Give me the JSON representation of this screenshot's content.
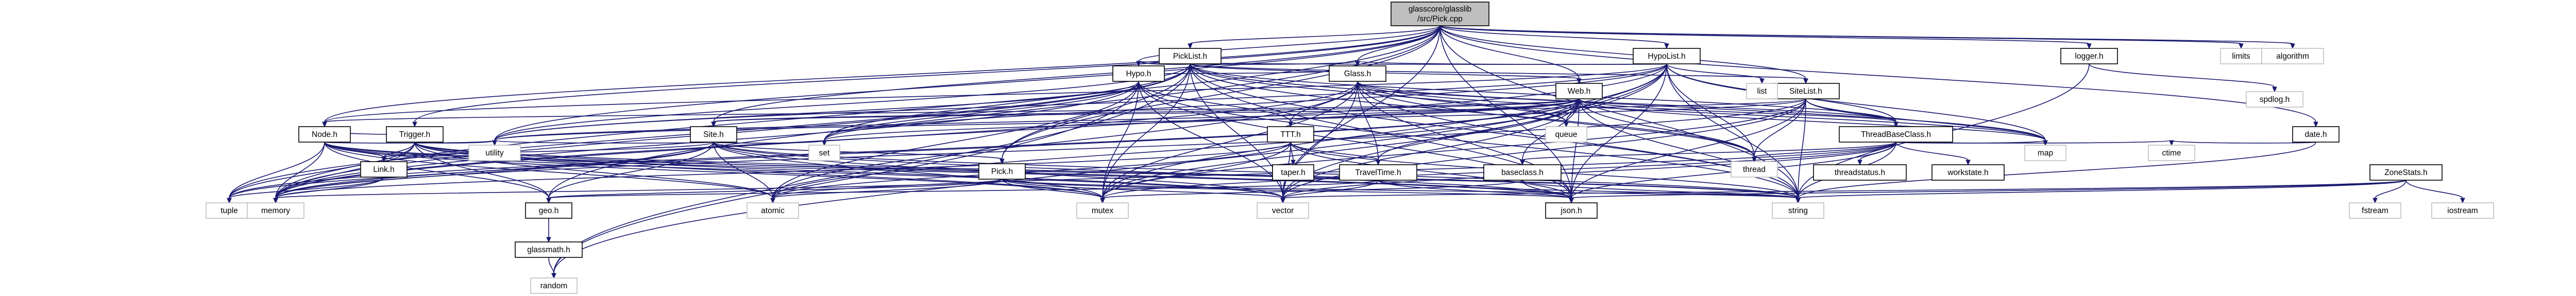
{
  "nodes": [
    {
      "id": "root",
      "lines": [
        "glasscore/glasslib",
        "/src/Pick.cpp"
      ],
      "kind": "root"
    },
    {
      "id": "picklist",
      "lines": [
        "PickList.h"
      ],
      "kind": "file"
    },
    {
      "id": "hypolist",
      "lines": [
        "HypoList.h"
      ],
      "kind": "file"
    },
    {
      "id": "logger",
      "lines": [
        "logger.h"
      ],
      "kind": "file"
    },
    {
      "id": "limits",
      "lines": [
        "limits"
      ],
      "kind": "system"
    },
    {
      "id": "algorithm",
      "lines": [
        "algorithm"
      ],
      "kind": "system"
    },
    {
      "id": "hypo",
      "lines": [
        "Hypo.h"
      ],
      "kind": "file"
    },
    {
      "id": "glass",
      "lines": [
        "Glass.h"
      ],
      "kind": "file"
    },
    {
      "id": "web",
      "lines": [
        "Web.h"
      ],
      "kind": "file"
    },
    {
      "id": "sitelist",
      "lines": [
        "SiteList.h"
      ],
      "kind": "file"
    },
    {
      "id": "list",
      "lines": [
        "list"
      ],
      "kind": "system"
    },
    {
      "id": "date",
      "lines": [
        "date.h"
      ],
      "kind": "file"
    },
    {
      "id": "spdlog",
      "lines": [
        "spdlog.h"
      ],
      "kind": "system"
    },
    {
      "id": "node",
      "lines": [
        "Node.h"
      ],
      "kind": "file"
    },
    {
      "id": "trigger",
      "lines": [
        "Trigger.h"
      ],
      "kind": "file"
    },
    {
      "id": "site",
      "lines": [
        "Site.h"
      ],
      "kind": "file"
    },
    {
      "id": "ttt",
      "lines": [
        "TTT.h"
      ],
      "kind": "file"
    },
    {
      "id": "threadbase",
      "lines": [
        "ThreadBaseClass.h"
      ],
      "kind": "file"
    },
    {
      "id": "ctime",
      "lines": [
        "ctime"
      ],
      "kind": "system"
    },
    {
      "id": "zonestats",
      "lines": [
        "ZoneStats.h"
      ],
      "kind": "file"
    },
    {
      "id": "link",
      "lines": [
        "Link.h"
      ],
      "kind": "file"
    },
    {
      "id": "pick",
      "lines": [
        "Pick.h"
      ],
      "kind": "file"
    },
    {
      "id": "taper",
      "lines": [
        "taper.h"
      ],
      "kind": "file"
    },
    {
      "id": "traveltime",
      "lines": [
        "TravelTime.h"
      ],
      "kind": "file"
    },
    {
      "id": "baseclass",
      "lines": [
        "baseclass.h"
      ],
      "kind": "file"
    },
    {
      "id": "threadstatus",
      "lines": [
        "threadstatus.h"
      ],
      "kind": "file"
    },
    {
      "id": "workstate",
      "lines": [
        "workstate.h"
      ],
      "kind": "file"
    },
    {
      "id": "queue",
      "lines": [
        "queue"
      ],
      "kind": "system"
    },
    {
      "id": "set",
      "lines": [
        "set"
      ],
      "kind": "system"
    },
    {
      "id": "utility",
      "lines": [
        "utility"
      ],
      "kind": "system"
    },
    {
      "id": "thread",
      "lines": [
        "thread"
      ],
      "kind": "system"
    },
    {
      "id": "map",
      "lines": [
        "map"
      ],
      "kind": "system"
    },
    {
      "id": "json",
      "lines": [
        "json.h"
      ],
      "kind": "file"
    },
    {
      "id": "geo",
      "lines": [
        "geo.h"
      ],
      "kind": "file"
    },
    {
      "id": "tuple",
      "lines": [
        "tuple"
      ],
      "kind": "system"
    },
    {
      "id": "memory",
      "lines": [
        "memory"
      ],
      "kind": "system"
    },
    {
      "id": "atomic",
      "lines": [
        "atomic"
      ],
      "kind": "system"
    },
    {
      "id": "mutex",
      "lines": [
        "mutex"
      ],
      "kind": "system"
    },
    {
      "id": "vector",
      "lines": [
        "vector"
      ],
      "kind": "system"
    },
    {
      "id": "string",
      "lines": [
        "string"
      ],
      "kind": "system"
    },
    {
      "id": "fstream",
      "lines": [
        "fstream"
      ],
      "kind": "system"
    },
    {
      "id": "iostream",
      "lines": [
        "iostream"
      ],
      "kind": "system"
    },
    {
      "id": "geomath",
      "lines": [
        "glassmath.h"
      ],
      "kind": "file"
    },
    {
      "id": "random",
      "lines": [
        "random"
      ],
      "kind": "system"
    }
  ],
  "edges": [
    [
      "root",
      "picklist"
    ],
    [
      "root",
      "hypolist"
    ],
    [
      "root",
      "logger"
    ],
    [
      "root",
      "limits"
    ],
    [
      "root",
      "algorithm"
    ],
    [
      "root",
      "glass"
    ],
    [
      "root",
      "web"
    ],
    [
      "root",
      "sitelist"
    ],
    [
      "root",
      "date"
    ],
    [
      "root",
      "node"
    ],
    [
      "root",
      "trigger"
    ],
    [
      "root",
      "site"
    ],
    [
      "root",
      "pick"
    ],
    [
      "root",
      "hypo"
    ],
    [
      "root",
      "memory"
    ],
    [
      "root",
      "vector"
    ],
    [
      "root",
      "string"
    ],
    [
      "root",
      "utility"
    ],
    [
      "root",
      "json"
    ],
    [
      "root",
      "geo"
    ],
    [
      "picklist",
      "hypo"
    ],
    [
      "picklist",
      "glass"
    ],
    [
      "picklist",
      "web"
    ],
    [
      "picklist",
      "sitelist"
    ],
    [
      "picklist",
      "threadbase"
    ],
    [
      "picklist",
      "pick"
    ],
    [
      "picklist",
      "set"
    ],
    [
      "picklist",
      "utility"
    ],
    [
      "picklist",
      "queue"
    ],
    [
      "picklist",
      "thread"
    ],
    [
      "picklist",
      "map"
    ],
    [
      "picklist",
      "memory"
    ],
    [
      "picklist",
      "mutex"
    ],
    [
      "picklist",
      "vector"
    ],
    [
      "picklist",
      "string"
    ],
    [
      "picklist",
      "json"
    ],
    [
      "picklist",
      "random"
    ],
    [
      "picklist",
      "tuple"
    ],
    [
      "hypolist",
      "hypo"
    ],
    [
      "hypolist",
      "glass"
    ],
    [
      "hypolist",
      "list"
    ],
    [
      "hypolist",
      "threadbase"
    ],
    [
      "hypolist",
      "queue"
    ],
    [
      "hypolist",
      "thread"
    ],
    [
      "hypolist",
      "map"
    ],
    [
      "hypolist",
      "set"
    ],
    [
      "hypolist",
      "utility"
    ],
    [
      "hypolist",
      "mutex"
    ],
    [
      "hypolist",
      "vector"
    ],
    [
      "hypolist",
      "string"
    ],
    [
      "hypolist",
      "json"
    ],
    [
      "hypolist",
      "memory"
    ],
    [
      "hypolist",
      "random"
    ],
    [
      "hypolist",
      "node"
    ],
    [
      "logger",
      "spdlog"
    ],
    [
      "logger",
      "string"
    ],
    [
      "hypo",
      "glass"
    ],
    [
      "hypo",
      "ttt"
    ],
    [
      "hypo",
      "set"
    ],
    [
      "hypo",
      "utility"
    ],
    [
      "hypo",
      "memory"
    ],
    [
      "hypo",
      "mutex"
    ],
    [
      "hypo",
      "vector"
    ],
    [
      "hypo",
      "string"
    ],
    [
      "hypo",
      "json"
    ],
    [
      "hypo",
      "atomic"
    ],
    [
      "hypo",
      "random"
    ],
    [
      "glass",
      "ttt"
    ],
    [
      "glass",
      "traveltime"
    ],
    [
      "glass",
      "threadbase"
    ],
    [
      "glass",
      "atomic"
    ],
    [
      "glass",
      "memory"
    ],
    [
      "glass",
      "mutex"
    ],
    [
      "glass",
      "vector"
    ],
    [
      "glass",
      "string"
    ],
    [
      "glass",
      "json"
    ],
    [
      "glass",
      "thread"
    ],
    [
      "glass",
      "queue"
    ],
    [
      "glass",
      "map"
    ],
    [
      "web",
      "node"
    ],
    [
      "web",
      "site"
    ],
    [
      "web",
      "threadbase"
    ],
    [
      "web",
      "ttt"
    ],
    [
      "web",
      "traveltime"
    ],
    [
      "web",
      "queue"
    ],
    [
      "web",
      "set"
    ],
    [
      "web",
      "utility"
    ],
    [
      "web",
      "thread"
    ],
    [
      "web",
      "map"
    ],
    [
      "web",
      "memory"
    ],
    [
      "web",
      "mutex"
    ],
    [
      "web",
      "vector"
    ],
    [
      "web",
      "string"
    ],
    [
      "web",
      "json"
    ],
    [
      "web",
      "atomic"
    ],
    [
      "web",
      "tuple"
    ],
    [
      "web",
      "baseclass"
    ],
    [
      "sitelist",
      "site"
    ],
    [
      "sitelist",
      "threadbase"
    ],
    [
      "sitelist",
      "thread"
    ],
    [
      "sitelist",
      "map"
    ],
    [
      "sitelist",
      "memory"
    ],
    [
      "sitelist",
      "mutex"
    ],
    [
      "sitelist",
      "vector"
    ],
    [
      "sitelist",
      "string"
    ],
    [
      "sitelist",
      "json"
    ],
    [
      "sitelist",
      "utility"
    ],
    [
      "date",
      "ctime"
    ],
    [
      "date",
      "string"
    ],
    [
      "node",
      "link"
    ],
    [
      "node",
      "tuple"
    ],
    [
      "node",
      "memory"
    ],
    [
      "node",
      "atomic"
    ],
    [
      "node",
      "mutex"
    ],
    [
      "node",
      "vector"
    ],
    [
      "node",
      "string"
    ],
    [
      "node",
      "utility"
    ],
    [
      "node",
      "json"
    ],
    [
      "node",
      "geo"
    ],
    [
      "trigger",
      "link"
    ],
    [
      "trigger",
      "node"
    ],
    [
      "trigger",
      "tuple"
    ],
    [
      "trigger",
      "memory"
    ],
    [
      "trigger",
      "atomic"
    ],
    [
      "trigger",
      "mutex"
    ],
    [
      "trigger",
      "vector"
    ],
    [
      "trigger",
      "string"
    ],
    [
      "trigger",
      "json"
    ],
    [
      "trigger",
      "geo"
    ],
    [
      "trigger",
      "utility"
    ],
    [
      "site",
      "link"
    ],
    [
      "site",
      "geo"
    ],
    [
      "site",
      "set"
    ],
    [
      "site",
      "utility"
    ],
    [
      "site",
      "memory"
    ],
    [
      "site",
      "atomic"
    ],
    [
      "site",
      "mutex"
    ],
    [
      "site",
      "vector"
    ],
    [
      "site",
      "string"
    ],
    [
      "site",
      "json"
    ],
    [
      "site",
      "tuple"
    ],
    [
      "site",
      "pick"
    ],
    [
      "ttt",
      "taper"
    ],
    [
      "ttt",
      "traveltime"
    ],
    [
      "ttt",
      "atomic"
    ],
    [
      "ttt",
      "memory"
    ],
    [
      "ttt",
      "mutex"
    ],
    [
      "ttt",
      "vector"
    ],
    [
      "ttt",
      "string"
    ],
    [
      "ttt",
      "json"
    ],
    [
      "threadbase",
      "threadstatus"
    ],
    [
      "threadbase",
      "workstate"
    ],
    [
      "threadbase",
      "thread"
    ],
    [
      "threadbase",
      "ctime"
    ],
    [
      "threadbase",
      "map"
    ],
    [
      "threadbase",
      "atomic"
    ],
    [
      "threadbase",
      "mutex"
    ],
    [
      "threadbase",
      "vector"
    ],
    [
      "threadbase",
      "string"
    ],
    [
      "threadbase",
      "baseclass"
    ],
    [
      "threadbase",
      "json"
    ],
    [
      "zonestats",
      "fstream"
    ],
    [
      "zonestats",
      "iostream"
    ],
    [
      "zonestats",
      "vector"
    ],
    [
      "zonestats",
      "string"
    ],
    [
      "zonestats",
      "json"
    ],
    [
      "link",
      "tuple"
    ],
    [
      "link",
      "memory"
    ],
    [
      "pick",
      "memory"
    ],
    [
      "pick",
      "atomic"
    ],
    [
      "pick",
      "mutex"
    ],
    [
      "pick",
      "vector"
    ],
    [
      "pick",
      "string"
    ],
    [
      "pick",
      "json"
    ],
    [
      "pick",
      "geo"
    ],
    [
      "traveltime",
      "vector"
    ],
    [
      "traveltime",
      "string"
    ],
    [
      "traveltime",
      "json"
    ],
    [
      "traveltime",
      "geo"
    ],
    [
      "baseclass",
      "json"
    ],
    [
      "baseclass",
      "mutex"
    ],
    [
      "baseclass",
      "string"
    ],
    [
      "geo",
      "geomath"
    ],
    [
      "geomath",
      "random"
    ]
  ]
}
